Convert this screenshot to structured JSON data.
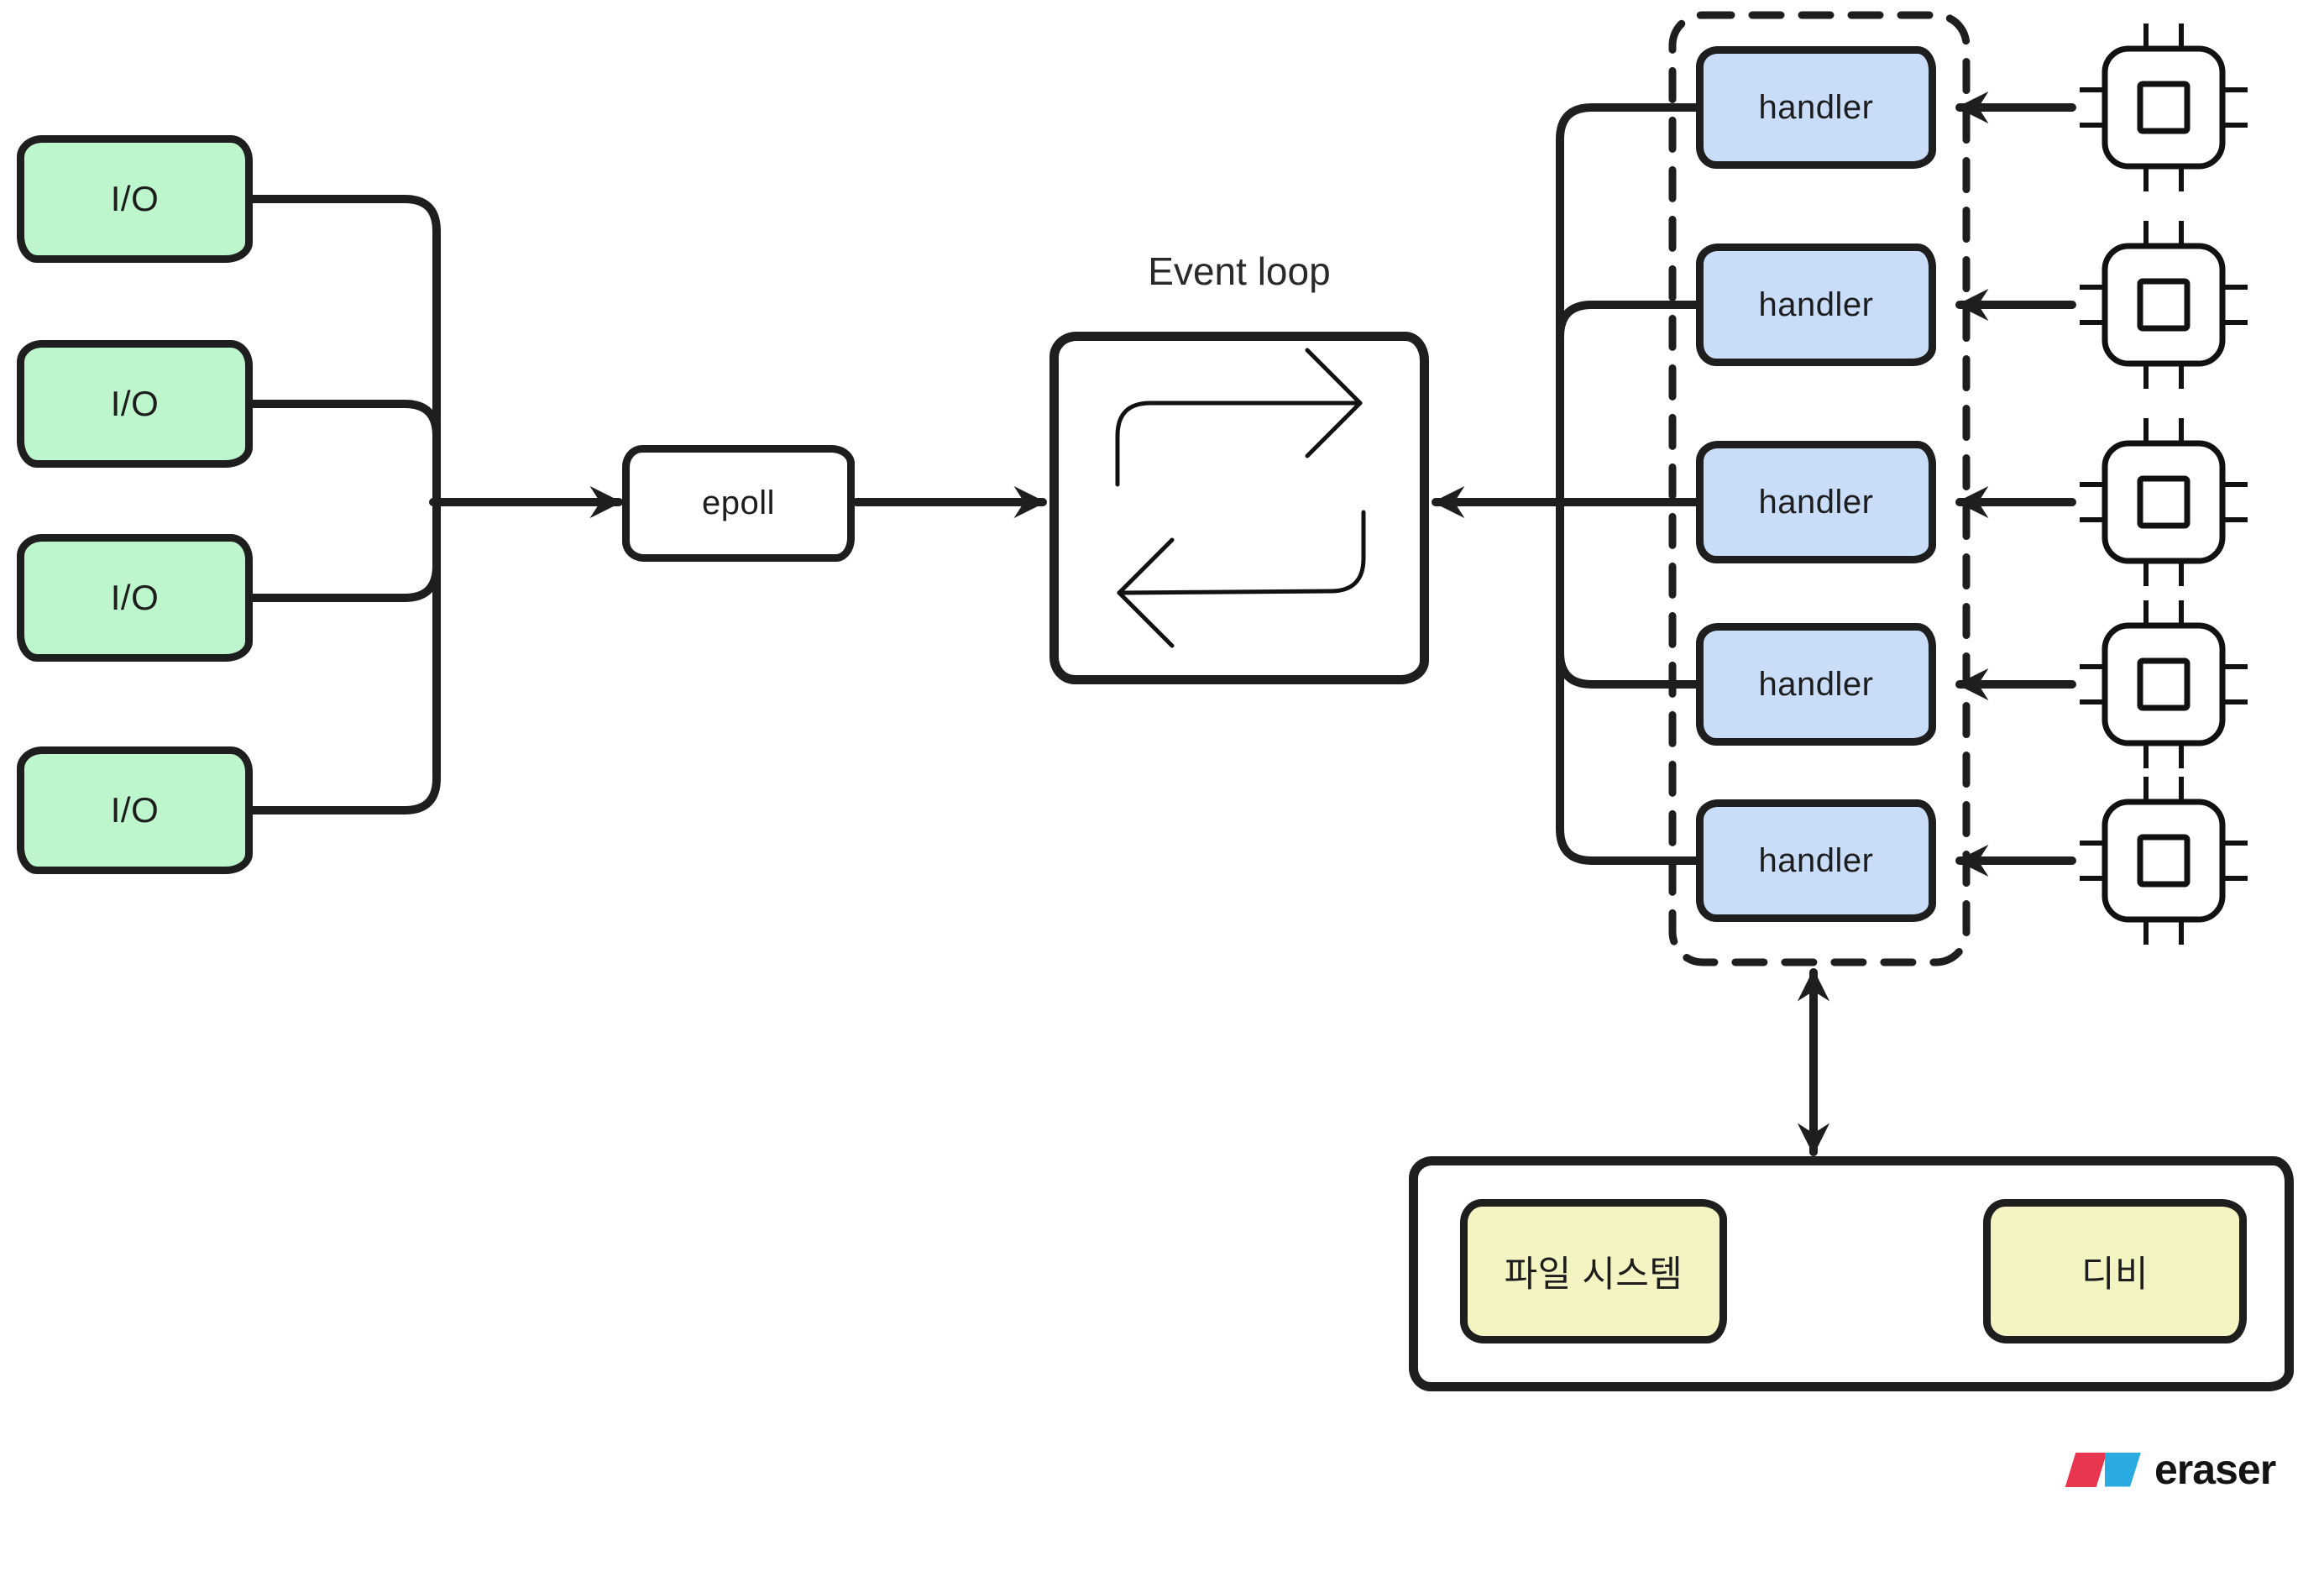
{
  "background": "#ffffff",
  "colors": {
    "line": "#1e1e1e",
    "io_fill": "#bdf6cd",
    "handler_fill": "#c9dcf8",
    "storage_fill": "#f4f4c3",
    "plain_box_fill": "#ffffff",
    "logo_red": "#e8364e",
    "logo_blue": "#29abe2"
  },
  "nodes": {
    "io_clients": [
      {
        "label": "I/O"
      },
      {
        "label": "I/O"
      },
      {
        "label": "I/O"
      },
      {
        "label": "I/O"
      }
    ],
    "epoll": {
      "label": "epoll"
    },
    "event_loop": {
      "title": "Event loop",
      "icon": "loop-cycle-icon"
    },
    "handler_pool": {
      "border_style": "dashed",
      "handlers": [
        {
          "label": "handler"
        },
        {
          "label": "handler"
        },
        {
          "label": "handler"
        },
        {
          "label": "handler"
        },
        {
          "label": "handler"
        }
      ]
    },
    "workers": {
      "icon": "cpu-chip-icon",
      "count": 5
    },
    "storage": {
      "file_system_label": "파일 시스템",
      "db_label": "디비"
    }
  },
  "logo": {
    "text": "eraser"
  }
}
